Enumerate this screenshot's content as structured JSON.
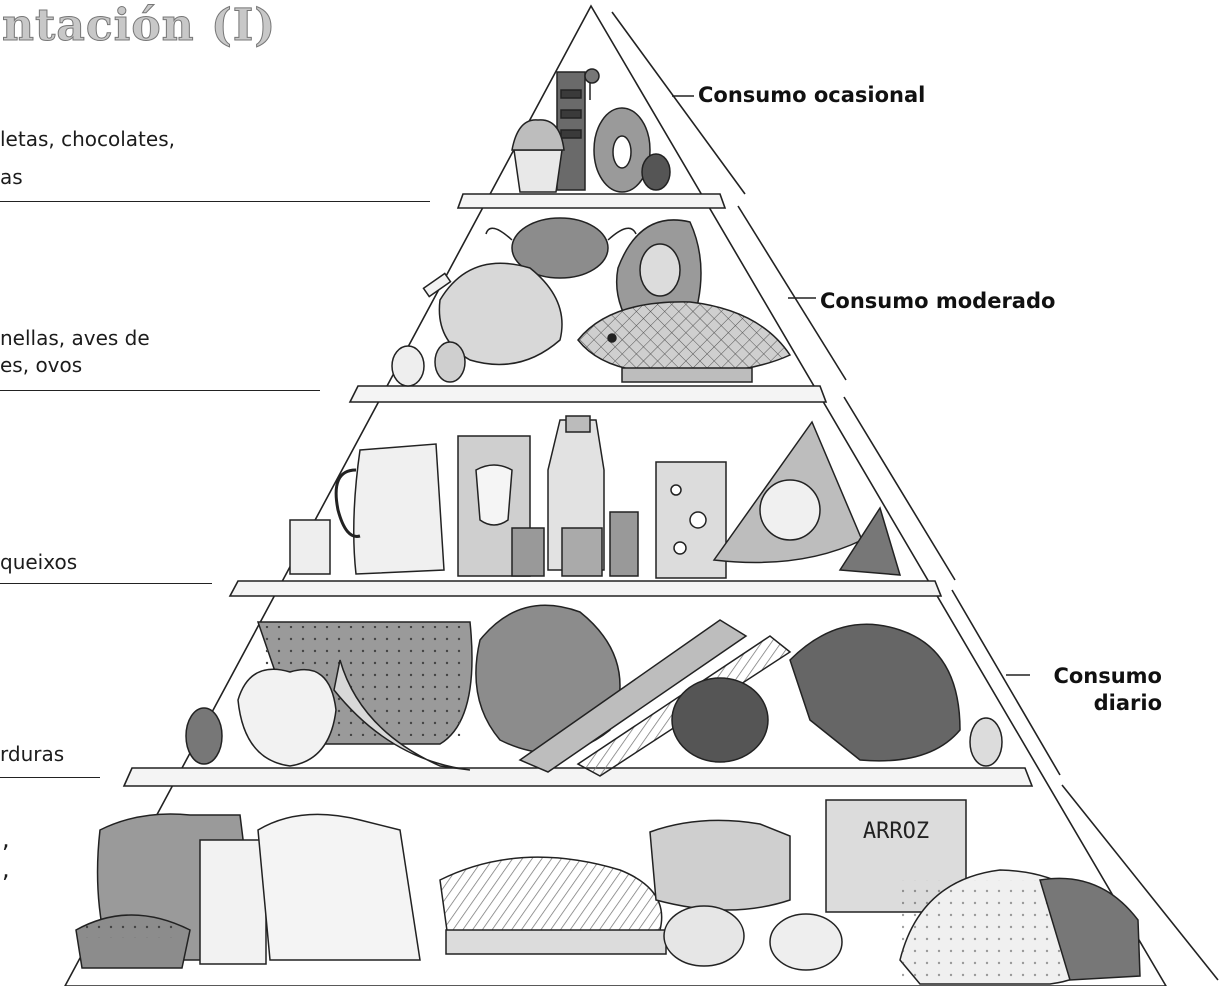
{
  "title": "ntación (I)",
  "left_column": {
    "text_1_line_1": "letas, chocolates,",
    "text_1_line_2": "as",
    "text_2_line_1": "nellas, aves de",
    "text_2_line_2": "es, ovos",
    "text_3": "queixos",
    "text_4": "rduras",
    "text_5_line_1": ",",
    "text_5_line_2": ","
  },
  "levels": {
    "ocasional": "Consumo ocasional",
    "moderado": "Consumo moderado",
    "diario_line_1": "Consumo",
    "diario_line_2": "diario"
  },
  "food_labels": {
    "rice_box": "ARROZ"
  }
}
